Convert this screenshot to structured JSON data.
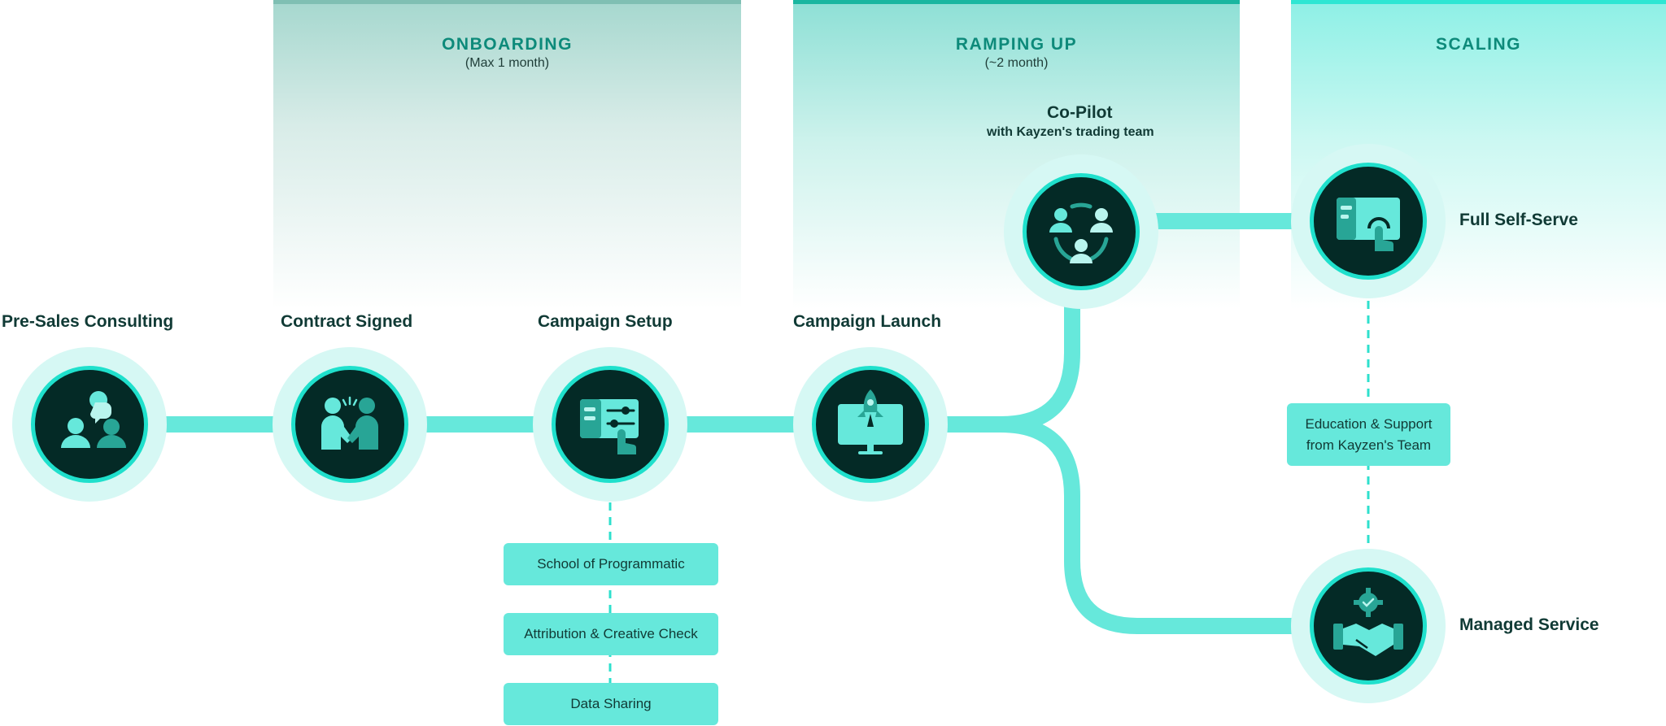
{
  "phases": {
    "onboarding": {
      "title": "ONBOARDING",
      "subtitle": "(Max 1 month)"
    },
    "ramping": {
      "title": "RAMPING UP",
      "subtitle": "(~2 month)"
    },
    "scaling": {
      "title": "SCALING"
    }
  },
  "nodes": {
    "presales": "Pre-Sales Consulting",
    "contract": "Contract Signed",
    "setup": "Campaign Setup",
    "launch": "Campaign Launch",
    "copilot": "Co-Pilot",
    "copilot_sub": "with Kayzen's trading team",
    "selfserve": "Full Self-Serve",
    "managed": "Managed Service"
  },
  "setup_steps": [
    "School of Programmatic",
    "Attribution & Creative Check",
    "Data Sharing"
  ],
  "support_box": {
    "line1": "Education & Support",
    "line2": "from Kayzen's Team"
  },
  "icons": {
    "presales": "consulting-people-icon",
    "contract": "handshake-people-icon",
    "setup": "dashboard-settings-icon",
    "launch": "rocket-monitor-icon",
    "copilot": "team-cycle-icon",
    "selfserve": "touch-dashboard-icon",
    "managed": "gear-handshake-icon"
  },
  "colors": {
    "track": "#66e8db",
    "core": "#042a26",
    "ring": "#1fe0cc",
    "halo": "#d6f8f4",
    "text": "#103a35",
    "accent": "#0d8a7a"
  }
}
